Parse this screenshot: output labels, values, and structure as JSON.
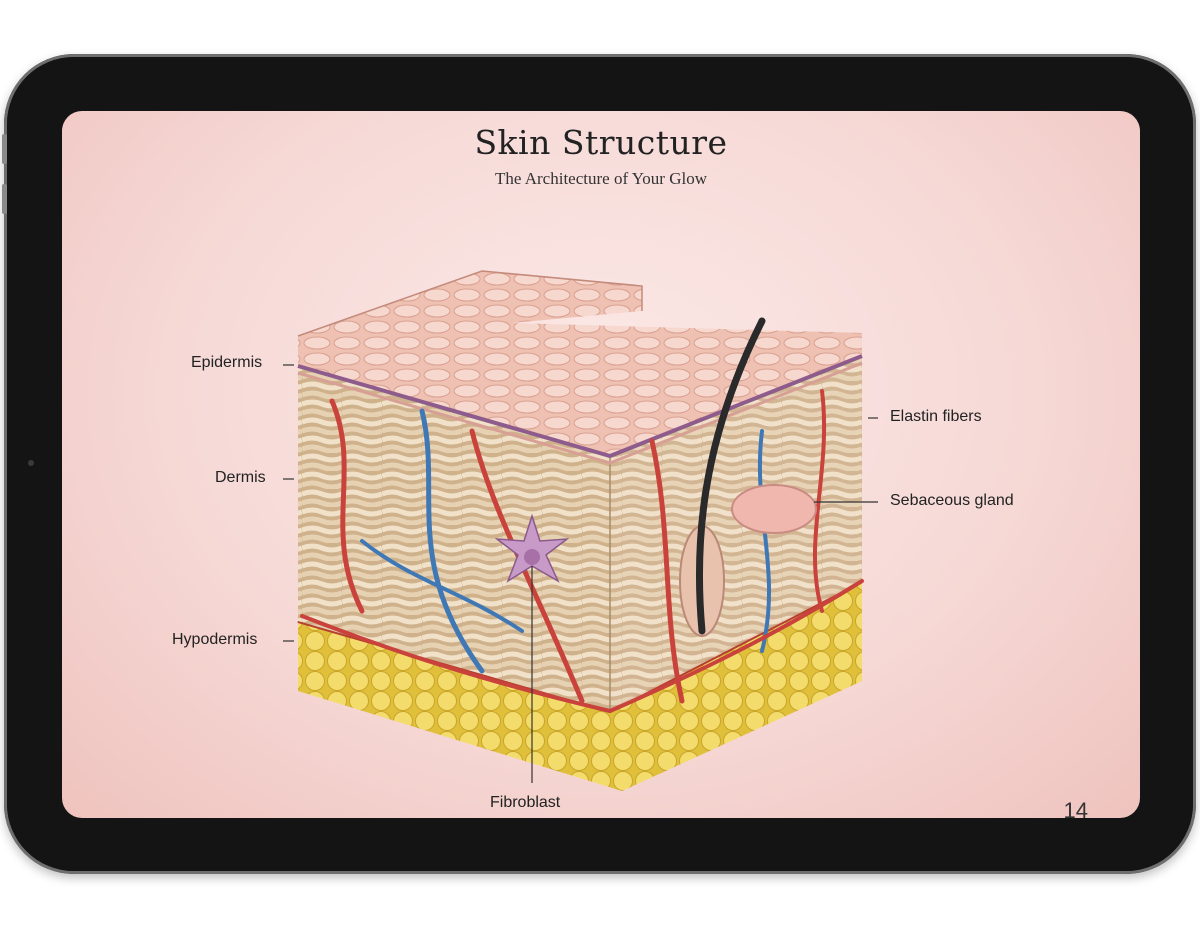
{
  "slide": {
    "title": "Skin Structure",
    "subtitle": "The Architecture of Your Glow",
    "page_number": "14"
  },
  "labels": {
    "epidermis": "Epidermis",
    "dermis": "Dermis",
    "hypodermis": "Hypodermis",
    "elastin": "Elastin fibers",
    "sebaceous": "Sebaceous gland",
    "fibroblast": "Fibroblast"
  },
  "colors": {
    "background": "#f6d9d6",
    "epidermis": "#f2b7a8",
    "dermis": "#dcc3a2",
    "fat": "#f1d965",
    "artery": "#c9423b",
    "vein": "#3f78b5",
    "hair": "#2a2a2a"
  }
}
